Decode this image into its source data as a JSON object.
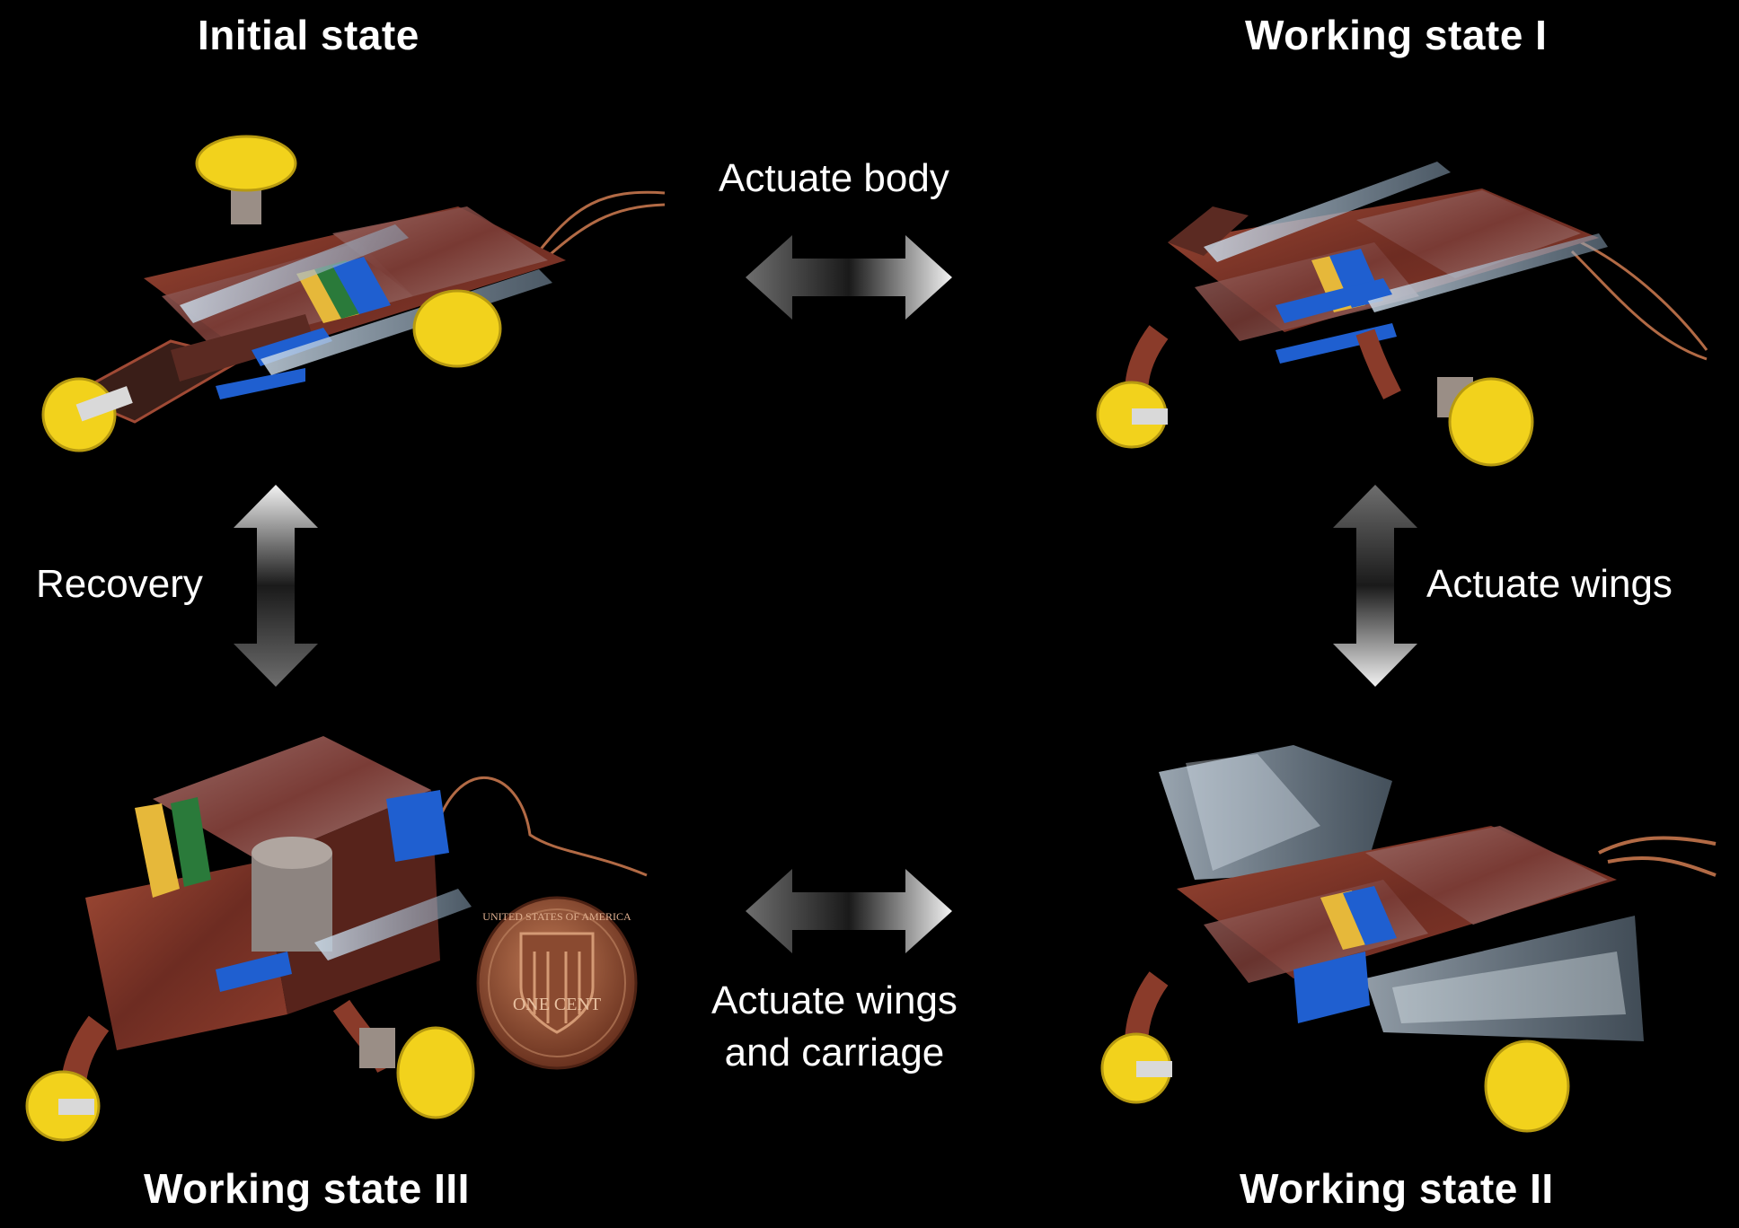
{
  "states": {
    "initial": "Initial state",
    "working_1": "Working state I",
    "working_2": "Working state II",
    "working_3": "Working state III"
  },
  "transitions": {
    "actuate_body": "Actuate body",
    "actuate_wings": "Actuate wings",
    "actuate_wings_carriage_line1": "Actuate wings",
    "actuate_wings_carriage_line2": "and carriage",
    "recovery": "Recovery"
  },
  "coin_text": {
    "top": "UNITED STATES OF AMERICA",
    "bottom": "ONE CENT"
  },
  "colors": {
    "background": "#000000",
    "text": "#ffffff",
    "copper": "#8a3b2a",
    "wheel_yellow": "#f2d21c",
    "tape_blue": "#1f5fd0",
    "coin": "#9b5a3a"
  }
}
